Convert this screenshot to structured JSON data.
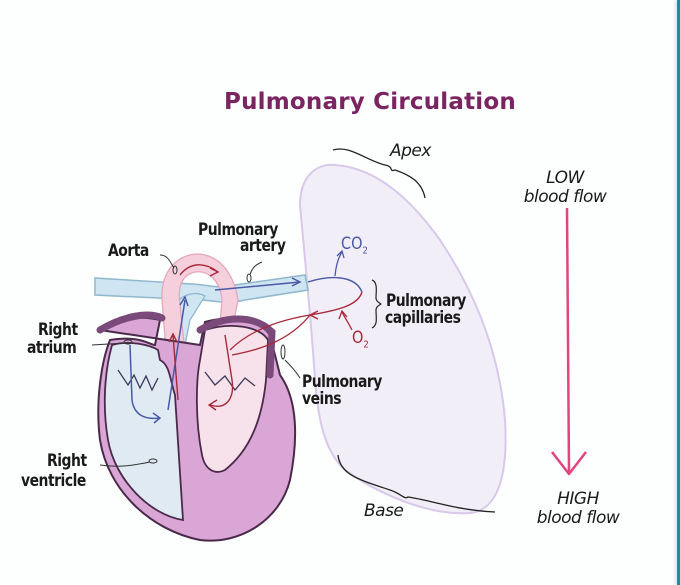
{
  "title": "Pulmonary Circulation",
  "labels": {
    "aorta": "Aorta",
    "pulmonary_artery_line1": "Pulmonary",
    "pulmonary_artery_line2": "artery",
    "right_atrium_line1": "Right",
    "right_atrium_line2": "atrium",
    "right_ventricle_line1": "Right",
    "right_ventricle_line2": "ventricle",
    "pulmonary_veins_line1": "Pulmonary",
    "pulmonary_veins_line2": "veins",
    "pulmonary_capillaries_line1": "Pulmonary",
    "pulmonary_capillaries_line2": "capillaries",
    "apex": "Apex",
    "base": "Base",
    "low_line1": "LOW",
    "low_line2": "blood flow",
    "high_line1": "HIGH",
    "high_line2": "blood flow"
  },
  "gases": {
    "co2_main": "CO",
    "co2_sub": "2",
    "o2_main": "O",
    "o2_sub": "2"
  },
  "colors": {
    "title": "#7a2462",
    "lung_fill": "#f2eef8",
    "lung_outline": "#d8c8ea",
    "heart_wall": "#d9a6d6",
    "heart_outline": "#4a2a4a",
    "right_side_fill": "#dfeaf2",
    "left_side_fill": "#f7e1ea",
    "deoxygenated": "#4a5aa8",
    "oxygenated": "#a8283a",
    "flow_arrow": "#e0457e",
    "vessel_blue": "#cfe6f2",
    "vessel_pink": "#f6cfdc"
  }
}
